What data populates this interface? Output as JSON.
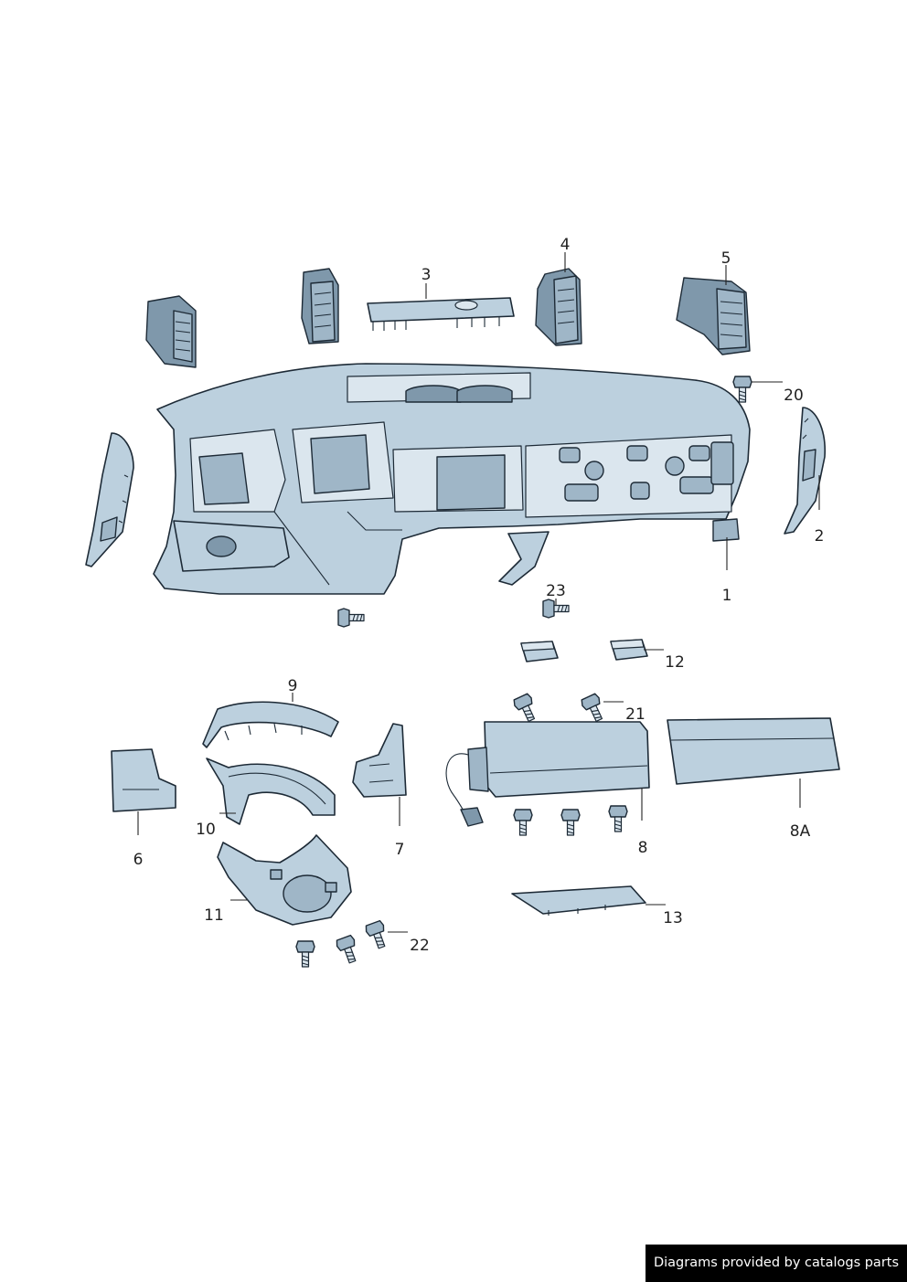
{
  "callouts": {
    "c1": "1",
    "c2": "2",
    "c3": "3",
    "c4": "4",
    "c5": "5",
    "c6": "6",
    "c7": "7",
    "c8": "8",
    "c8a": "8A",
    "c9": "9",
    "c10": "10",
    "c11": "11",
    "c12": "12",
    "c13": "13",
    "c20": "20",
    "c21": "21",
    "c22": "22",
    "c23": "23"
  },
  "attribution": "Diagrams provided by catalogs parts"
}
